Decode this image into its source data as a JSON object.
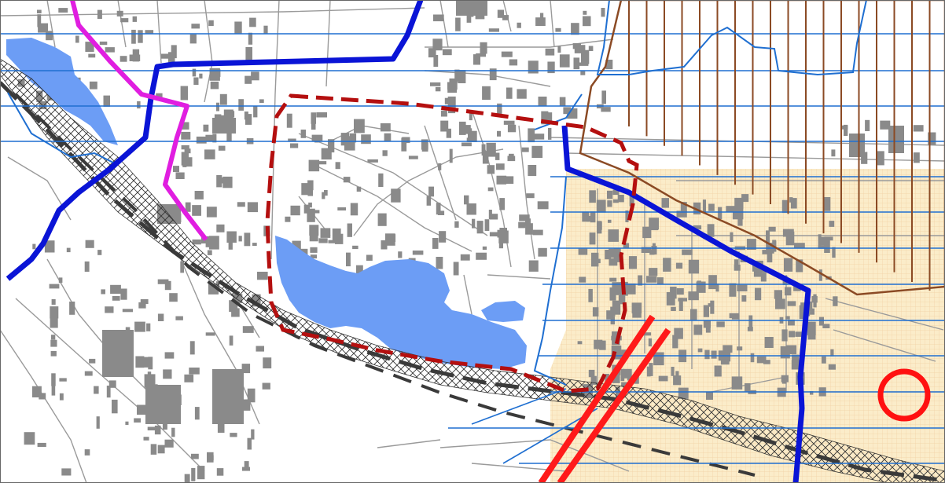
{
  "map": {
    "colors": {
      "background": "#ffffff",
      "water": "#6c9df5",
      "residential_fill": "#fbecc9",
      "residential_grid": "#f0cfa0",
      "building": "#8a8a8a",
      "road": "#9a9a9a",
      "railway_hatch": "#333333",
      "railway_centerline": "#3a3a3a",
      "blue_hatch": "#1f6fd1",
      "thin_blue_boundary": "#1f6fd1",
      "thick_blue_boundary": "#0a14d6",
      "red_dashed_boundary": "#b40f0f",
      "magenta_line": "#e01ee0",
      "brown_zone": "#8b4a24",
      "red_lines": "#ff1a1a",
      "red_circle": "#ff1010"
    },
    "layers": [
      "base-streets",
      "water-bodies",
      "residential-zone",
      "railway-corridor",
      "blue-horizontal-hatching",
      "brown-vertical-hatch-zone",
      "thin-blue-boundary",
      "thick-blue-boundary",
      "magenta-boundary",
      "red-dashed-boundary",
      "red-parallel-lines",
      "red-circle-marker"
    ],
    "icons": {
      "marker": "circle-marker-icon"
    }
  }
}
